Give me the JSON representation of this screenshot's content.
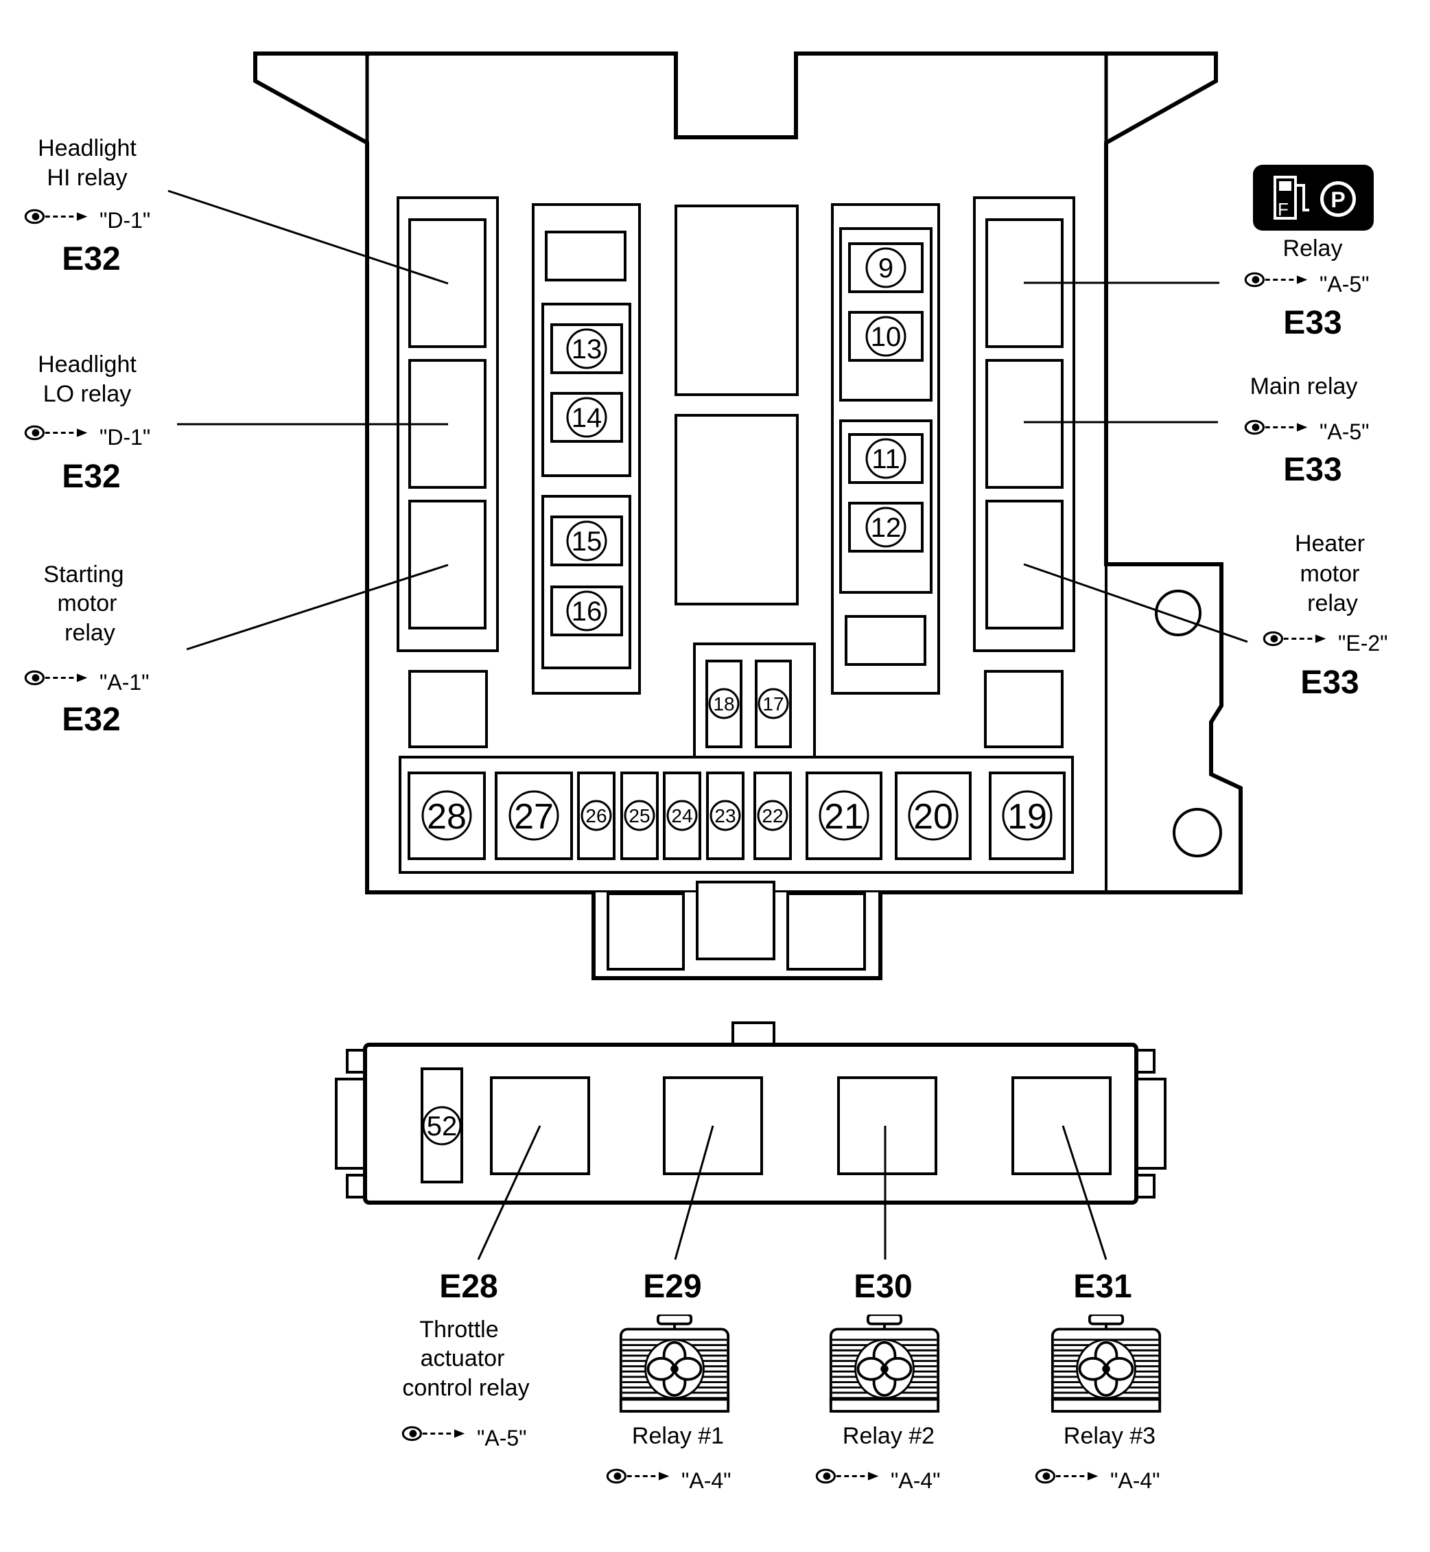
{
  "callouts": {
    "headlight_hi": {
      "line1": "Headlight",
      "line2": "HI relay",
      "ref": "\"D-1\"",
      "code": "E32"
    },
    "headlight_lo": {
      "line1": "Headlight",
      "line2": "LO relay",
      "ref": "\"D-1\"",
      "code": "E32"
    },
    "starting_motor": {
      "line1": "Starting",
      "line2": "motor",
      "line3": "relay",
      "ref": "\"A-1\"",
      "code": "E32"
    },
    "fuel_relay": {
      "line1": "Relay",
      "ref": "\"A-5\"",
      "code": "E33",
      "icon": "fuel-pump-pressure-icon"
    },
    "main_relay": {
      "line1": "Main relay",
      "ref": "\"A-5\"",
      "code": "E33"
    },
    "heater_motor": {
      "line1": "Heater",
      "line2": "motor",
      "line3": "relay",
      "ref": "\"E-2\"",
      "code": "E33"
    },
    "throttle": {
      "code": "E28",
      "line1": "Throttle",
      "line2": "actuator",
      "line3": "control relay",
      "ref": "\"A-5\""
    },
    "fan_relay_1": {
      "code": "E29",
      "line1": "Relay #1",
      "ref": "\"A-4\"",
      "icon": "radiator-fan-icon"
    },
    "fan_relay_2": {
      "code": "E30",
      "line1": "Relay #2",
      "ref": "\"A-4\"",
      "icon": "radiator-fan-icon"
    },
    "fan_relay_3": {
      "code": "E31",
      "line1": "Relay #3",
      "ref": "\"A-4\"",
      "icon": "radiator-fan-icon"
    }
  },
  "fuses": {
    "f9": "9",
    "f10": "10",
    "f11": "11",
    "f12": "12",
    "f13": "13",
    "f14": "14",
    "f15": "15",
    "f16": "16",
    "f17": "17",
    "f18": "18",
    "f19": "19",
    "f20": "20",
    "f21": "21",
    "f22": "22",
    "f23": "23",
    "f24": "24",
    "f25": "25",
    "f26": "26",
    "f27": "27",
    "f28": "28",
    "f52": "52"
  }
}
